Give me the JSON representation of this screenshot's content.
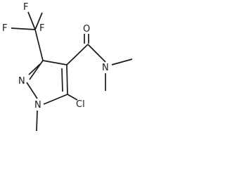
{
  "molecule": {
    "atoms": {
      "f_top": "F",
      "f_left": "F",
      "f_mid": "F",
      "o_carbonyl": "O",
      "n_ring_2": "N",
      "n_amide": "N",
      "n_ring_1": "N",
      "cl": "Cl"
    }
  }
}
